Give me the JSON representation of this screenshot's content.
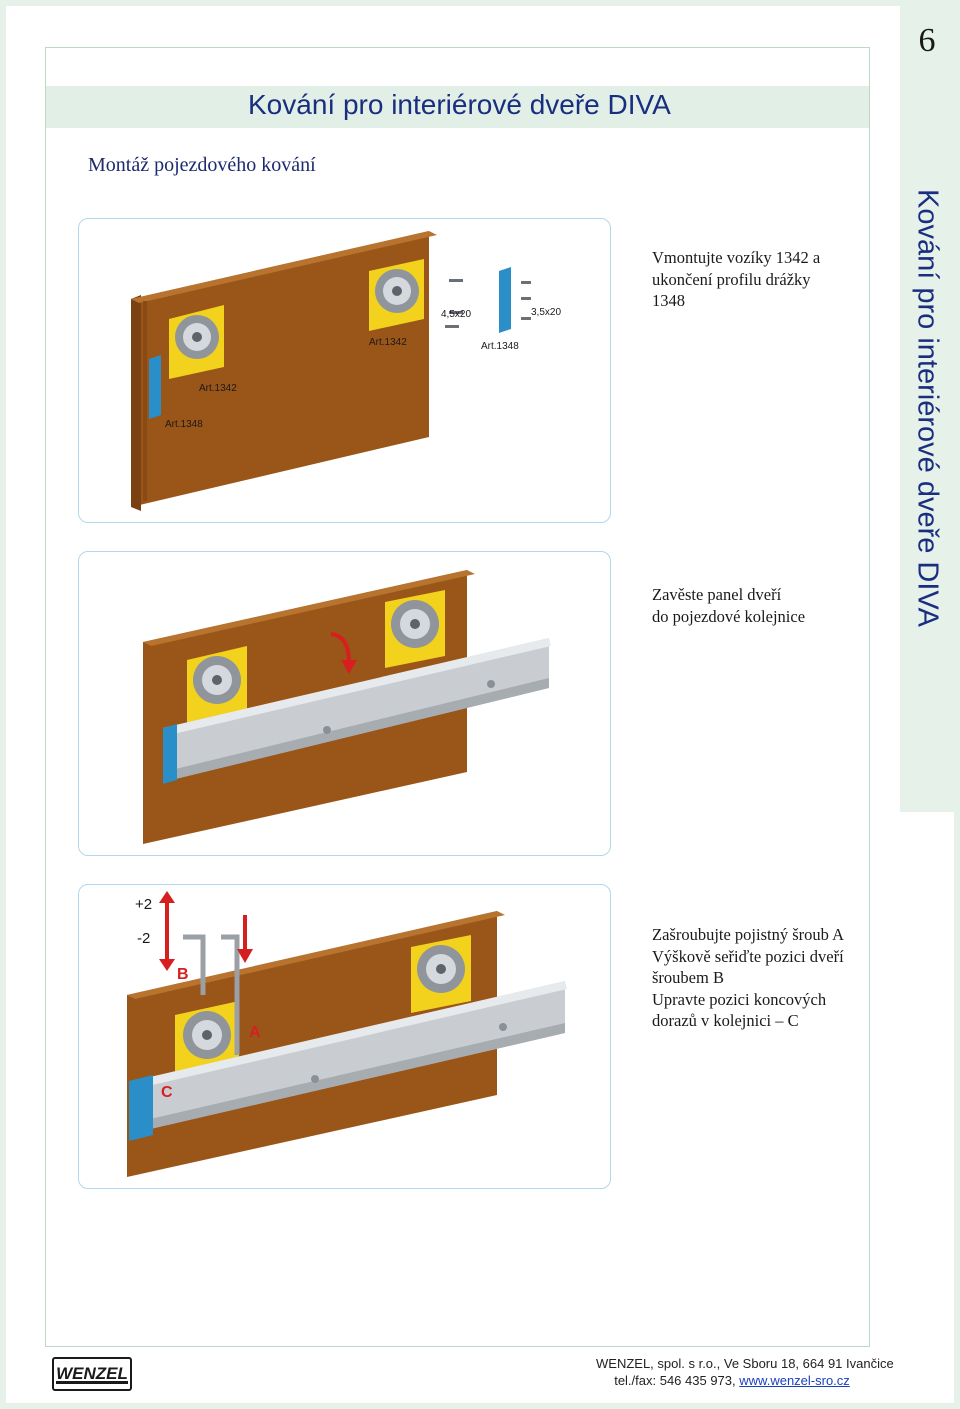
{
  "page": {
    "number": "6",
    "side_title": "Kování pro interiérové dveře DIVA",
    "title": "Kování pro interiérové dveře DIVA",
    "section_title": "Montáž pojezdového kování"
  },
  "figures": [
    {
      "labels": {
        "art1342_left": "Art.1342",
        "art1342_right": "Art.1342",
        "art1348_left": "Art.1348",
        "art1348_right": "Art.1348",
        "screw_a": "4,5x20",
        "screw_b": "3,5x20"
      },
      "text_lines": [
        "Vmontujte vozíky 1342 a",
        "ukončení profilu drážky",
        "1348"
      ]
    },
    {
      "text_lines": [
        "Zavěste panel dveří",
        "do pojezdové kolejnice"
      ]
    },
    {
      "labels": {
        "plus": "+2",
        "minus": "-2",
        "a": "A",
        "b": "B",
        "c": "C"
      },
      "text_lines": [
        "Zašroubujte pojistný šroub A",
        "Výškově seřiďte pozici dveří",
        "šroubem B",
        "Upravte pozici koncových",
        "dorazů v kolejnici – C"
      ]
    }
  ],
  "footer": {
    "logo_text": "WENZEL",
    "company_line": "WENZEL, spol. s r.o., Ve Sboru 18, 664 91 Ivančice",
    "phone": "tel./fax: 546 435 973,",
    "website": "www.wenzel-sro.cz"
  },
  "colors": {
    "title_blue": "#1a2e80",
    "band_green": "#e1efe6",
    "wood": "#a8621e",
    "rail": "#c9cdd1",
    "bracket_yellow": "#f2d21c",
    "endcap_blue": "#2a8fc8",
    "arrow_red": "#d62020"
  }
}
